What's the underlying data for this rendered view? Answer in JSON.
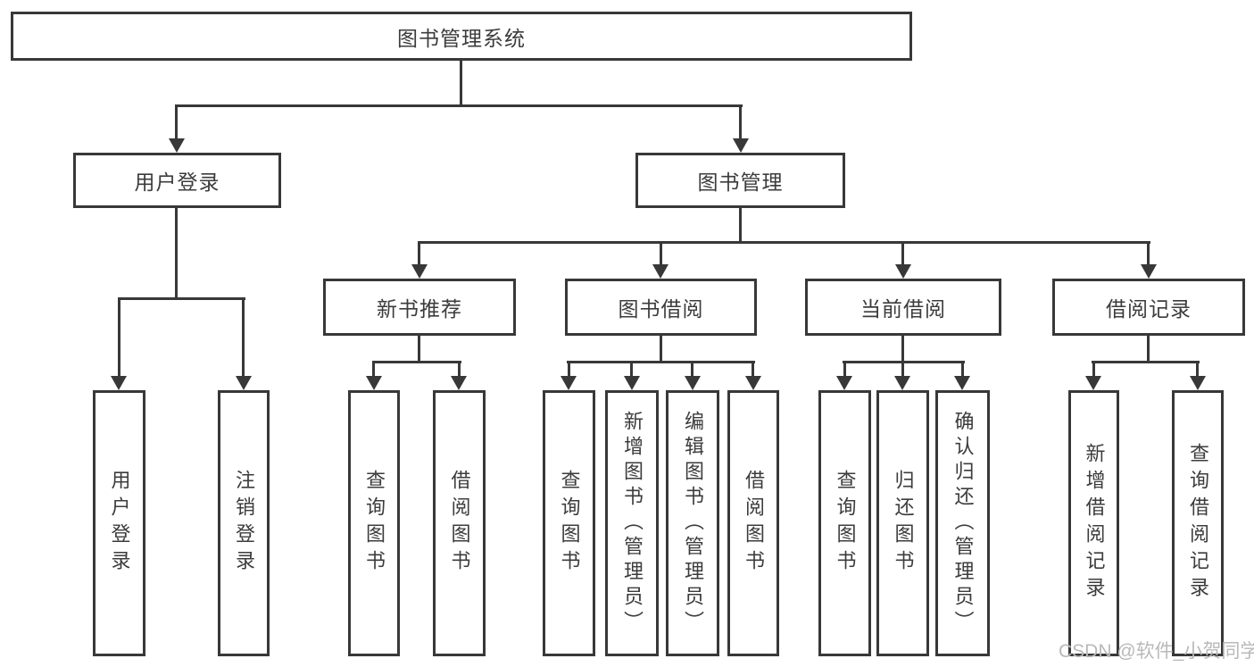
{
  "diagram_type": "hierarchy-tree",
  "tree": {
    "label": "图书管理系统",
    "children": [
      {
        "label": "用户登录",
        "children": [
          {
            "label": "用户登录"
          },
          {
            "label": "注销登录"
          }
        ]
      },
      {
        "label": "图书管理",
        "children": [
          {
            "label": "新书推荐",
            "children": [
              {
                "label": "查询图书"
              },
              {
                "label": "借阅图书"
              }
            ]
          },
          {
            "label": "图书借阅",
            "children": [
              {
                "label": "查询图书"
              },
              {
                "label": "新增图书（管理员）"
              },
              {
                "label": "编辑图书（管理员）"
              },
              {
                "label": "借阅图书"
              }
            ]
          },
          {
            "label": "当前借阅",
            "children": [
              {
                "label": "查询图书"
              },
              {
                "label": "归还图书"
              },
              {
                "label": "确认归还（管理员）"
              }
            ]
          },
          {
            "label": "借阅记录",
            "children": [
              {
                "label": "新增借阅记录"
              },
              {
                "label": "查询借阅记录"
              }
            ]
          }
        ]
      }
    ]
  },
  "watermark": "CSDN @软件_小贺同学",
  "colors": {
    "line": "#383838",
    "text": "#3c3c3c",
    "watermark": "#b9b9b9",
    "background": "#ffffff"
  }
}
